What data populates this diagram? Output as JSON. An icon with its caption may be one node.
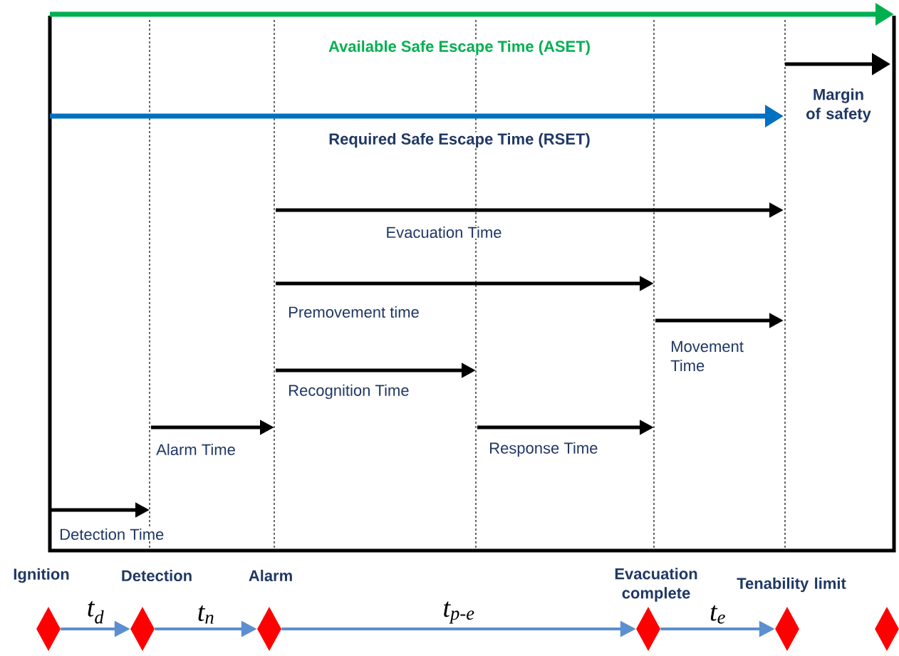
{
  "diagram": {
    "nodes": [
      {
        "text": [],
        "shape": "diamond"
      },
      {
        "text": [],
        "shape": "diamond"
      },
      {
        "text": [],
        "shape": "diamond"
      },
      {
        "text": [],
        "shape": "diamond"
      },
      {
        "text": [],
        "shape": "diamond"
      },
      {
        "text": [],
        "shape": "diamond"
      }
    ],
    "edges": [
      {
        "from": 0,
        "to": 1,
        "arrow": "to",
        "label": "t$_{d}$"
      },
      {
        "from": 1,
        "to": 2,
        "arrow": "to",
        "label": "t$_{n}$"
      },
      {
        "from": 2,
        "to": 3,
        "arrow": "to",
        "label": "t$_{p-e}$"
      },
      {
        "from": 3,
        "to": 4,
        "arrow": "to",
        "label": "t$_{e}$"
      }
    ],
    "labels": [
      "Available Safe Escape Time (ASET)",
      "Margin of safety",
      "Required Safe Escape Time (RSET)",
      "Evacuation Time",
      "Premovement time",
      "Movement Time",
      "Recognition Time",
      "Alarm Time",
      "Response Time",
      "Detection Time",
      "Ignition",
      "Detection",
      "Alarm",
      "Evacuation complete",
      "Tenability limit"
    ]
  }
}
